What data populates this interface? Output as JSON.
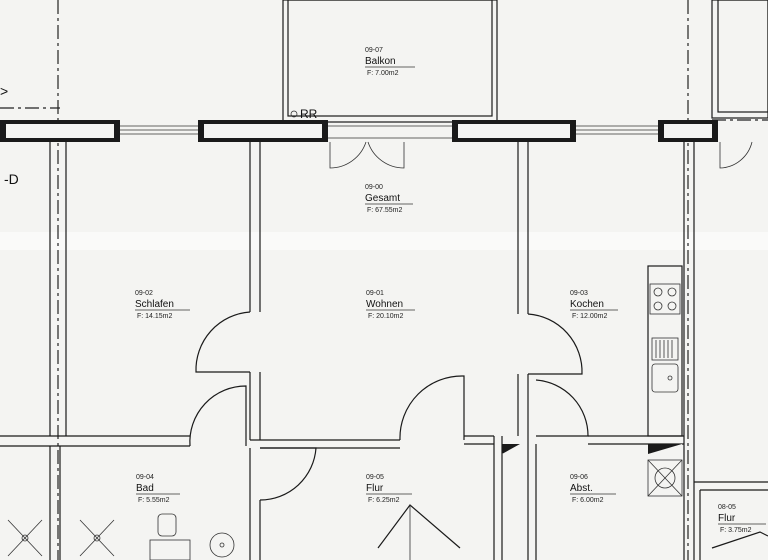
{
  "rooms": [
    {
      "key": "balkon",
      "number": "09-07",
      "name": "Balkon",
      "area": "F:  7.00m2"
    },
    {
      "key": "gesamt",
      "number": "09-00",
      "name": "Gesamt",
      "area": "F:  67.55m2"
    },
    {
      "key": "schlafen",
      "number": "09-02",
      "name": "Schlafen",
      "area": "F:  14.15m2"
    },
    {
      "key": "wohnen",
      "number": "09-01",
      "name": "Wohnen",
      "area": "F:  20.10m2"
    },
    {
      "key": "kochen",
      "number": "09-03",
      "name": "Kochen",
      "area": "F:  12.00m2"
    },
    {
      "key": "bad",
      "number": "09-04",
      "name": "Bad",
      "area": "F:  5.55m2"
    },
    {
      "key": "flur",
      "number": "09-05",
      "name": "Flur",
      "area": "F:  6.25m2"
    },
    {
      "key": "abst",
      "number": "09-06",
      "name": "Abst.",
      "area": "F:  6.00m2"
    },
    {
      "key": "flur2",
      "number": "08-05",
      "name": "Flur",
      "area": "F:  3.75m2"
    }
  ],
  "labels": {
    "rr": "RR",
    "section_letter": "-D",
    "arrow": ">"
  }
}
